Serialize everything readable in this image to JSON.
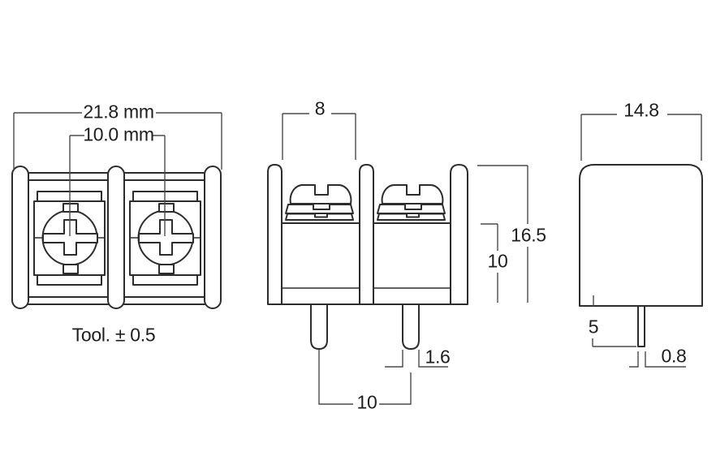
{
  "drawing": {
    "title": "terminal-block-dimension-drawing",
    "colors": {
      "background": "#ffffff",
      "line": "#2d2d2d",
      "dimension_line": "#4a4a4a",
      "text": "#1e1e1e"
    },
    "top_view": {
      "dim_overall_width": "21.8 mm",
      "dim_screw_pitch": "10.0 mm",
      "tolerance_note": "Tool. ± 0.5"
    },
    "front_view": {
      "dim_cell_width": "8",
      "dim_overall_height": "16.5",
      "dim_body_height": "10",
      "dim_pin_width": "1.6",
      "dim_pin_pitch": "10"
    },
    "side_view": {
      "dim_depth": "14.8",
      "dim_pin_length": "5",
      "dim_pin_thickness": "0.8"
    }
  }
}
